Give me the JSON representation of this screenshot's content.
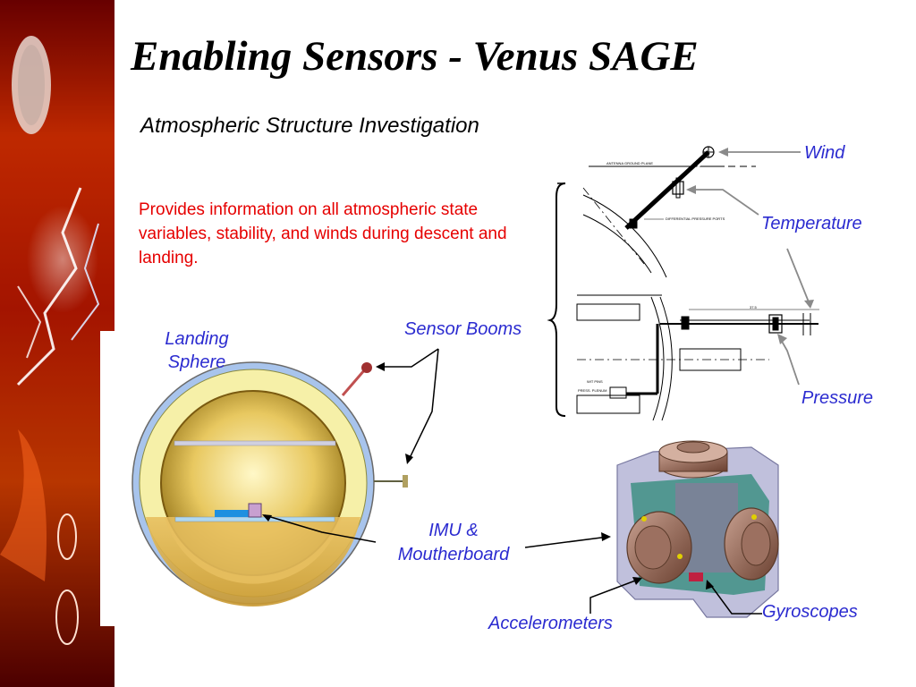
{
  "slide": {
    "title": "Enabling Sensors - Venus SAGE",
    "subtitle": "Atmospheric Structure Investigation",
    "description": "Provides information on all atmospheric state variables, stability, and winds during descent and landing."
  },
  "labels": {
    "landing_sphere_line1": "Landing",
    "landing_sphere_line2": "Sphere",
    "sensor_booms": "Sensor Booms",
    "imu_line1": "IMU &",
    "imu_line2": "Moutherboard",
    "accelerometers": "Accelerometers",
    "gyroscopes": "Gyroscopes",
    "wind": "Wind",
    "temperature": "Temperature",
    "pressure": "Pressure"
  },
  "colors": {
    "title": "#000000",
    "description": "#e60000",
    "labels": "#2b2bd0",
    "sphere_outer": "#f6f0a8",
    "sphere_blue_band": "#a8c4ec",
    "imu_box": "#b8b8d8",
    "gyro_caps": "#9c7060"
  }
}
